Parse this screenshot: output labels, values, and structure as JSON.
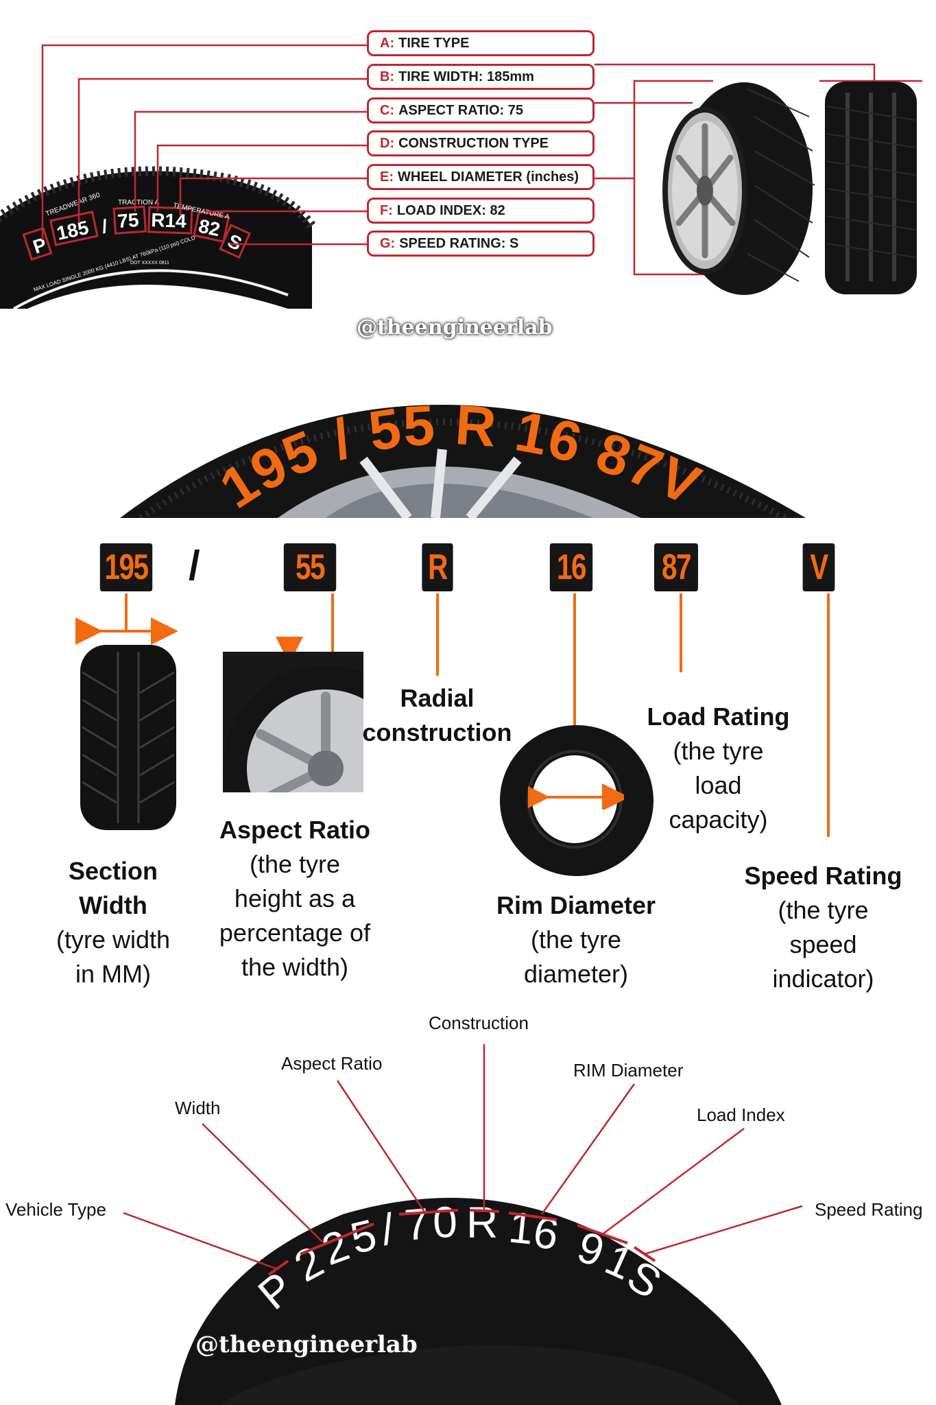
{
  "section1": {
    "labels": [
      {
        "letter": "A:",
        "text": "TIRE TYPE"
      },
      {
        "letter": "B:",
        "text": "TIRE WIDTH: 185mm"
      },
      {
        "letter": "C:",
        "text": "ASPECT RATIO: 75"
      },
      {
        "letter": "D:",
        "text": "CONSTRUCTION TYPE"
      },
      {
        "letter": "E:",
        "text": "WHEEL DIAMETER (inches)"
      },
      {
        "letter": "F:",
        "text": "LOAD INDEX: 82"
      },
      {
        "letter": "G:",
        "text": "SPEED RATING: S"
      }
    ],
    "sidewall_code": [
      "P",
      "185",
      "/",
      "75",
      "R14",
      "82",
      "S"
    ],
    "sidewall_small": {
      "treadwear": "TREADWEAR 360",
      "traction": "TRACTION A",
      "temperature": "TEMPERATURE A",
      "max_load": "MAX LOAD SINGLE 2000 KG (4410 LBS) AT 760kPa (110 psi) COLD",
      "dot": "DOT XXXXX 0811"
    }
  },
  "section2": {
    "watermark": "@theengineerlab",
    "tire_code_text": "195 / 55 R 16 87V",
    "codes": {
      "width": "195",
      "slash": "/",
      "aspect": "55",
      "construction": "R",
      "rim": "16",
      "load": "87",
      "speed": "V"
    },
    "descriptions": {
      "section_width": {
        "title1": "Section",
        "title2": "Width",
        "sub1": "(tyre width",
        "sub2": "in MM)"
      },
      "aspect_ratio": {
        "title": "Aspect Ratio",
        "sub1": "(the tyre",
        "sub2": "height as a",
        "sub3": "percentage of",
        "sub4": "the width)"
      },
      "radial": {
        "title1": "Radial",
        "title2": "construction"
      },
      "rim_diameter": {
        "title": "Rim Diameter",
        "sub1": "(the tyre",
        "sub2": "diameter)"
      },
      "load_rating": {
        "title": "Load Rating",
        "sub1": "(the tyre",
        "sub2": "load",
        "sub3": "capacity)"
      },
      "speed_rating": {
        "title": "Speed Rating",
        "sub1": "(the tyre",
        "sub2": "speed",
        "sub3": "indicator)"
      }
    }
  },
  "section3": {
    "labels": {
      "vehicle_type": "Vehicle Type",
      "width": "Width",
      "aspect_ratio": "Aspect Ratio",
      "construction": "Construction",
      "rim_diameter": "RIM Diameter",
      "load_index": "Load Index",
      "speed_rating": "Speed Rating"
    },
    "tire_code": [
      "P",
      "2",
      "2",
      "5",
      "/",
      "7",
      "0",
      "R",
      "1",
      "6",
      " ",
      "9",
      "1",
      "S"
    ],
    "watermark": "@theengineerlab"
  },
  "colors": {
    "red": "#c0272d",
    "orange": "#f26a12",
    "tire": "#111111"
  }
}
